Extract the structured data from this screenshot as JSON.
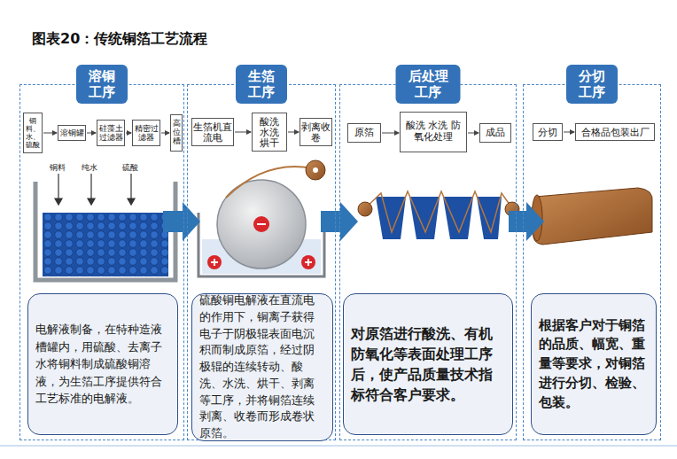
{
  "diagram": {
    "title": "图表20：传统铜箔工艺流程",
    "nodes": [
      {
        "text": [
          "溶铜 工序"
        ]
      },
      {
        "text": [
          "铜料、水、硫酸"
        ],
        "in": 0
      },
      {
        "text": [
          "溶铜罐"
        ],
        "in": 0
      },
      {
        "text": [
          "硅藻土过滤器"
        ],
        "in": 0
      },
      {
        "text": [
          "精密过滤器"
        ],
        "in": 0
      },
      {
        "text": [
          "高位槽"
        ],
        "in": 0
      },
      {
        "text": [
          "电解液制备，在特种造液槽罐内，用硫酸、去离子水将铜料制成硫酸铜溶液，为生箔工序提供符合工艺标准的电解液。"
        ],
        "in": 0
      },
      {
        "text": [
          "生箔 工序"
        ]
      },
      {
        "text": [
          "生箔机直流电"
        ],
        "in": 7
      },
      {
        "text": [
          "酸洗 水洗 烘干"
        ],
        "in": 7
      },
      {
        "text": [
          "剥离收卷"
        ],
        "in": 7
      },
      {
        "text": [
          "硫酸铜电解液在直流电的作用下，铜离子获得电子于阴极辊表面电沉积而制成原箔，经过阴极辊的连续转动、酸洗、水洗、烘干、剥离等工序，并将铜箔连续剥离、收卷而形成卷状原箔。"
        ],
        "in": 7
      },
      {
        "text": [
          "后处理 工序"
        ]
      },
      {
        "text": [
          "原箔"
        ],
        "in": 12
      },
      {
        "text": [
          "酸洗 水洗 防氧化处理"
        ],
        "in": 12
      },
      {
        "text": [
          "成品"
        ],
        "in": 12
      },
      {
        "text": [
          "对原箔进行酸洗、有机防氧化等表面处理工序后，使产品质量技术指标符合客户要求。"
        ],
        "in": 12
      },
      {
        "text": [
          "分切 工序"
        ]
      },
      {
        "text": [
          "分切"
        ],
        "in": 17
      },
      {
        "text": [
          "合格品包装出厂"
        ],
        "in": 17
      },
      {
        "text": [
          "根据客户对于铜箔的品质、幅宽、重量等要求，对铜箔进行分切、检验、包装。"
        ],
        "in": 17
      }
    ],
    "edges": [
      {
        "from": 1,
        "to": 2,
        "arrow": "to"
      },
      {
        "from": 2,
        "to": 3,
        "arrow": "to"
      },
      {
        "from": 3,
        "to": 4,
        "arrow": "to"
      },
      {
        "from": 4,
        "to": 5,
        "arrow": "to"
      },
      {
        "from": 8,
        "to": 9,
        "arrow": "to"
      },
      {
        "from": 9,
        "to": 10,
        "arrow": "to"
      },
      {
        "from": 13,
        "to": 14,
        "arrow": "to"
      },
      {
        "from": 14,
        "to": 15,
        "arrow": "to"
      },
      {
        "from": 18,
        "to": 19,
        "arrow": "to"
      }
    ],
    "labels": [
      "铜料",
      "纯水",
      "硫酸"
    ]
  }
}
